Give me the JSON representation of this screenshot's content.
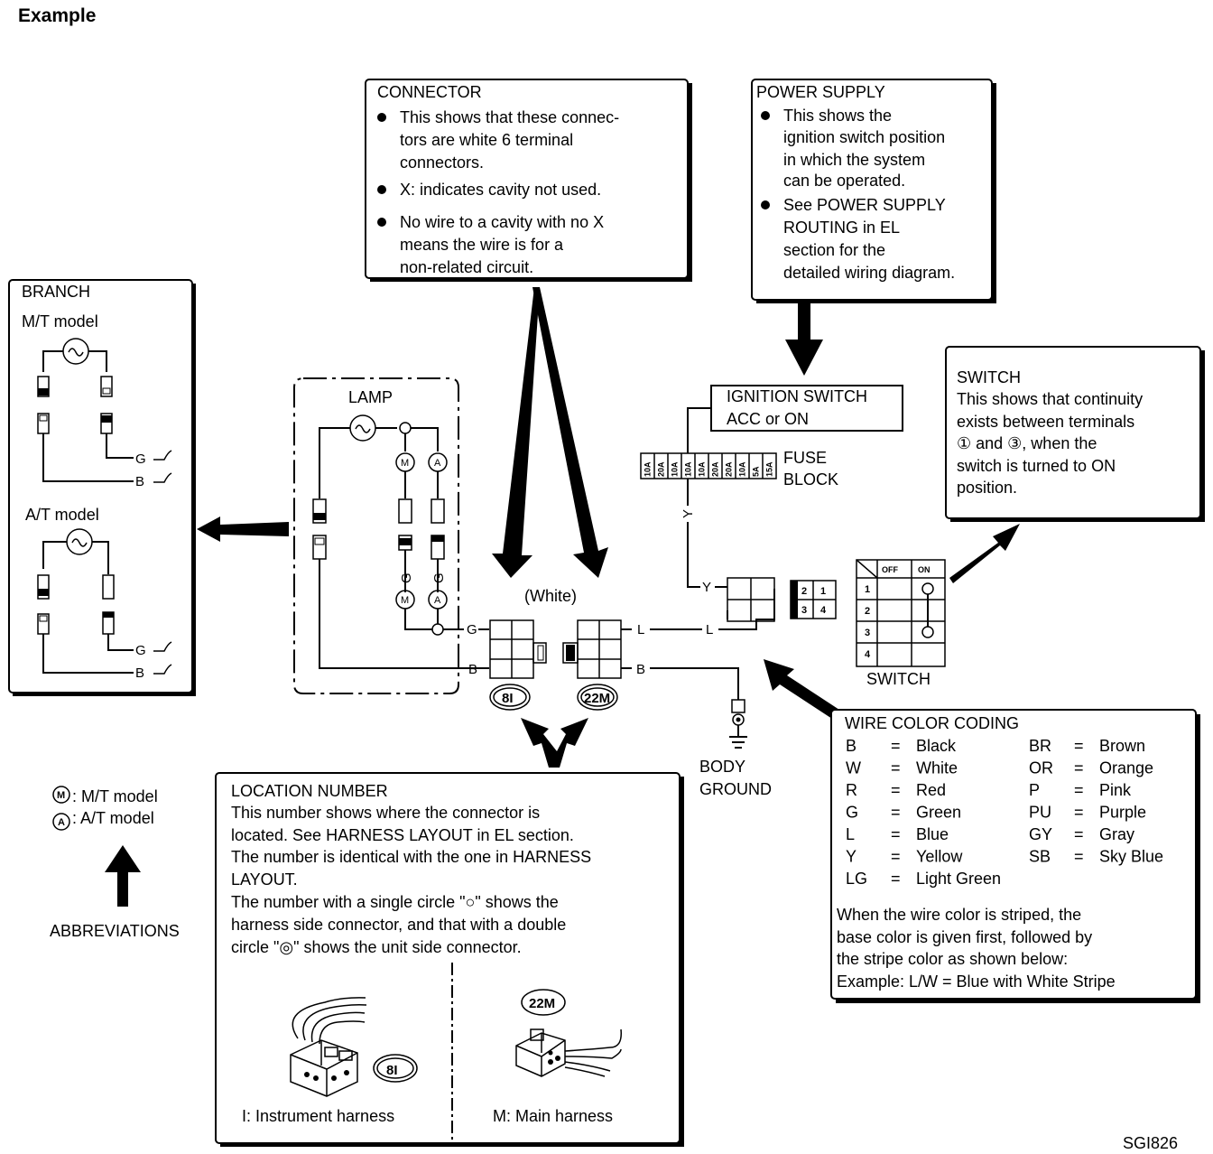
{
  "title": "Example",
  "ref_code": "SGI826",
  "connector_box": {
    "heading": "CONNECTOR",
    "lines": [
      "This shows that these connec-",
      "tors are white 6 terminal",
      "connectors.",
      "X: indicates cavity not used.",
      "No wire to a cavity with no X",
      "means the wire is for a",
      "non-related circuit."
    ]
  },
  "power_supply_box": {
    "heading": "POWER SUPPLY",
    "lines": [
      "This shows the",
      "ignition switch position",
      "in which the system",
      "can be operated.",
      "See POWER SUPPLY",
      "ROUTING in EL",
      "section for the",
      "detailed wiring diagram."
    ]
  },
  "switch_box": {
    "lines": [
      "SWITCH",
      "This shows that continuity",
      "exists between terminals",
      "① and ③, when the",
      "switch is turned to ON",
      "position."
    ]
  },
  "branch_box": {
    "heading": "BRANCH",
    "mt_label": "M/T model",
    "at_label": "A/T model",
    "wire_g": "G",
    "wire_b": "B"
  },
  "lamp_box": {
    "heading": "LAMP",
    "mark_m": "M",
    "mark_a": "A",
    "wire_g": "G"
  },
  "ignition_switch": {
    "line1": "IGNITION SWITCH",
    "line2": "ACC or ON"
  },
  "fuse_block": {
    "line1": "FUSE",
    "line2": "BLOCK",
    "fuses": [
      "10A",
      "20A",
      "10A",
      "10A",
      "10A",
      "20A",
      "20A",
      "10A",
      "5A",
      "15A"
    ]
  },
  "wiring": {
    "white_label": "(White)",
    "connector_left": "8I",
    "connector_right": "22M",
    "wire_y": "Y",
    "wire_g": "G",
    "wire_b": "B",
    "wire_l": "L",
    "terminal_numbers": [
      "2",
      "1",
      "3",
      "4"
    ],
    "body_ground_1": "BODY",
    "body_ground_2": "GROUND"
  },
  "switch_table": {
    "headers": [
      "OFF",
      "ON"
    ],
    "rows": [
      "1",
      "2",
      "3",
      "4"
    ],
    "label": "SWITCH"
  },
  "wire_color_box": {
    "heading": "WIRE COLOR CODING",
    "codes": [
      {
        "code": "B",
        "name": "Black"
      },
      {
        "code": "W",
        "name": "White"
      },
      {
        "code": "R",
        "name": "Red"
      },
      {
        "code": "G",
        "name": "Green"
      },
      {
        "code": "L",
        "name": "Blue"
      },
      {
        "code": "Y",
        "name": "Yellow"
      },
      {
        "code": "LG",
        "name": "Light Green"
      },
      {
        "code": "BR",
        "name": "Brown"
      },
      {
        "code": "OR",
        "name": "Orange"
      },
      {
        "code": "P",
        "name": "Pink"
      },
      {
        "code": "PU",
        "name": "Purple"
      },
      {
        "code": "GY",
        "name": "Gray"
      },
      {
        "code": "SB",
        "name": "Sky Blue"
      }
    ],
    "eq": "=",
    "note_lines": [
      "When the wire color is striped, the",
      "base color is given first, followed by",
      "the stripe color as shown below:",
      "Example: L/W = Blue with White Stripe"
    ]
  },
  "abbreviations": {
    "mt_symbol": "M",
    "mt_text": ": M/T model",
    "at_symbol": "A",
    "at_text": ": A/T model",
    "label": "ABBREVIATIONS"
  },
  "location_box": {
    "heading": "LOCATION NUMBER",
    "lines": [
      "This number shows where the connector is",
      "located. See HARNESS LAYOUT in EL section.",
      "The number is identical with the one in HARNESS",
      "LAYOUT.",
      "The number with a single circle \"○\" shows the",
      "harness side connector, and that with a double",
      "circle \"◎\" shows the unit side connector."
    ],
    "left_badge": "8I",
    "right_badge": "22M",
    "left_caption": "I: Instrument harness",
    "right_caption": "M: Main harness"
  }
}
